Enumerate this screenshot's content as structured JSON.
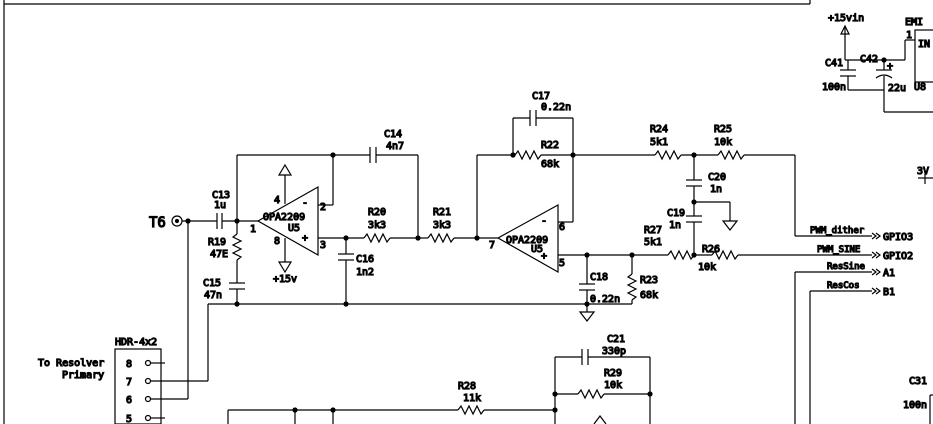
{
  "labels": {
    "v15vin": "+15vin",
    "emi": "EMI",
    "emi_in": "IN",
    "emi_pin": "1",
    "c41_ref": "C41",
    "c41_val": "100n",
    "c42_ref": "C42",
    "c42_val": "22u",
    "c42_plus": "+",
    "u8": "U8",
    "v3": "3V",
    "t6": "T6",
    "c13_ref": "C13",
    "c13_val": "1u",
    "r19_ref": "R19",
    "r19_val": "47E",
    "c15_ref": "C15",
    "c15_val": "47n",
    "c14_ref": "C14",
    "c14_val": "4n7",
    "u5a_part": "OPA2209",
    "u5a_ref": "U5",
    "u5a_p4": "4",
    "u5a_p8": "8",
    "u5a_p1": "1",
    "u5a_p2": "2",
    "u5a_p3": "3",
    "u5a_minus": "-",
    "u5a_plus": "+",
    "v15": "+15v",
    "r20_ref": "R20",
    "r20_val": "3k3",
    "c16_ref": "C16",
    "c16_val": "1n2",
    "r21_ref": "R21",
    "r21_val": "3k3",
    "c17_ref": "C17",
    "c17_val": "0.22n",
    "r22_ref": "R22",
    "r22_val": "68k",
    "u5b_part": "OPA2209",
    "u5b_ref": "U5",
    "u5b_p7": "7",
    "u5b_p6": "6",
    "u5b_p5": "5",
    "u5b_minus": "-",
    "u5b_plus": "+",
    "r24_ref": "R24",
    "r24_val": "5k1",
    "r25_ref": "R25",
    "r25_val": "10k",
    "c20_ref": "C20",
    "c20_val": "1n",
    "c19_ref": "C19",
    "c19_val": "1n",
    "r27_ref": "R27",
    "r27_val": "5k1",
    "r26_ref": "R26",
    "r26_val": "10k",
    "c18_ref": "C18",
    "c18_val": "0.22n",
    "r23_ref": "R23",
    "r23_val": "68k",
    "net_pwm_dither": "PWM_dither",
    "gpio3": "GPIO3",
    "net_pwm_sine": "PWM_SINE",
    "gpio2": "GPIO2",
    "net_ressine": "ResSine",
    "a1": "A1",
    "net_rescos": "ResCos",
    "b1": "B1",
    "hdr": "HDR-4x2",
    "resolver_l1": "To Resolver",
    "resolver_l2": "Primary",
    "hdr_p8": "8",
    "hdr_p7": "7",
    "hdr_p6": "6",
    "hdr_p5": "5",
    "c21_ref": "C21",
    "c21_val": "330p",
    "r29_ref": "R29",
    "r29_val": "10k",
    "r28_ref": "R28",
    "r28_val": "11k",
    "c31_ref": "C31",
    "c31_val": "100n"
  }
}
